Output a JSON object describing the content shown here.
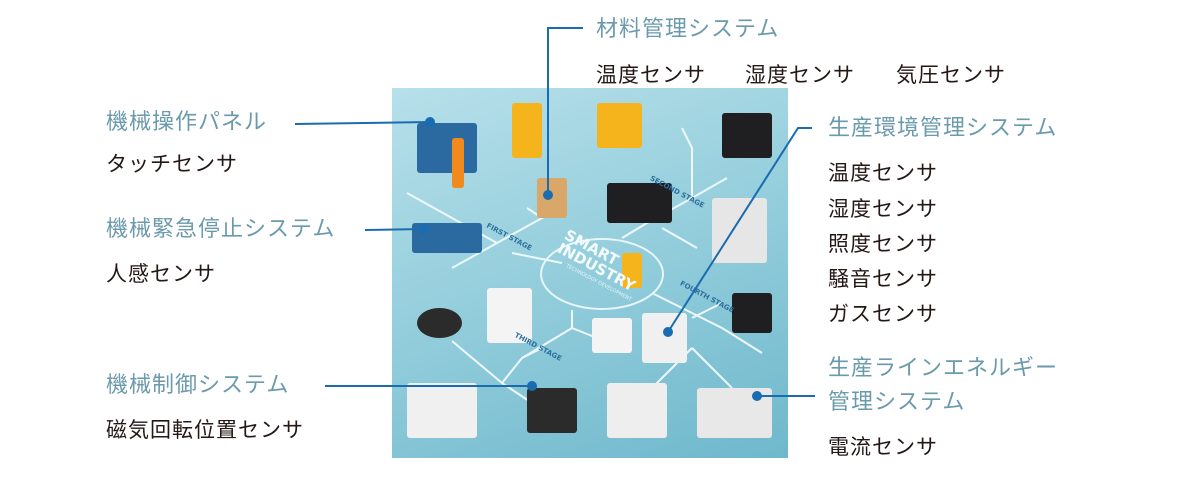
{
  "systems": [
    {
      "title": "機械操作パネル",
      "sensors": [
        "タッチセンサ"
      ]
    },
    {
      "title": "機械緊急停止システム",
      "sensors": [
        "人感センサ"
      ]
    },
    {
      "title": "機械制御システム",
      "sensors": [
        "磁気回転位置センサ"
      ]
    },
    {
      "title": "材料管理システム",
      "sensors": [
        "温度センサ",
        "湿度センサ",
        "気圧センサ"
      ]
    },
    {
      "title": "生産環境管理システム",
      "sensors": [
        "温度センサ",
        "湿度センサ",
        "照度センサ",
        "騒音センサ",
        "ガスセンサ"
      ]
    },
    {
      "title_lines": [
        "生産ラインエネルギー",
        "管理システム"
      ],
      "sensors": [
        "電流センサ"
      ]
    }
  ],
  "illustration": {
    "center_title_lines": [
      "SMART",
      "INDUSTRY"
    ],
    "center_subtitle": "TECHNOLOGY DEVELOPMENT",
    "stages": [
      "FIRST STAGE",
      "SECOND STAGE",
      "THIRD STAGE",
      "FOURTH STAGE"
    ]
  },
  "colors": {
    "title": "#6a9aab",
    "leader_line": "#1a6cb0",
    "text": "#231815"
  }
}
